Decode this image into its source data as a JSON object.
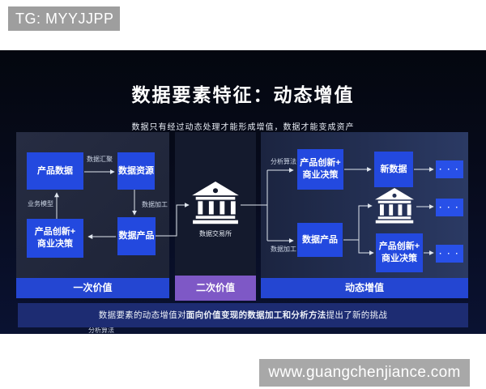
{
  "overlays": {
    "tg_banner": "TG: MYYJJPP",
    "watermark": "www.guangchenjiance.com"
  },
  "header": {
    "title": "数据要素特征：动态增值",
    "subtitle": "数据只有经过动态处理才能形成增值，数据才能变成资产"
  },
  "left_panel": {
    "box_product_data": "产品数据",
    "box_data_resource": "数据资源",
    "box_innovation_line1": "产品创新+",
    "box_innovation_line2": "商业决策",
    "box_data_product": "数据产品",
    "label_aggregation": "数据汇聚",
    "label_business_model": "业务模型",
    "label_processing": "数据加工",
    "label_analysis": "分析算法",
    "bar": "一次价值"
  },
  "middle_panel": {
    "exchange_label": "数据交易所",
    "bar": "二次价值"
  },
  "right_panel": {
    "label_analysis": "分析算法",
    "label_processing": "数据加工",
    "box_innovation_top_line1": "产品创新+",
    "box_innovation_top_line2": "商业决策",
    "box_new_data": "新数据",
    "box_data_product": "数据产品",
    "box_innovation_bottom_line1": "产品创新+",
    "box_innovation_bottom_line2": "商业决策",
    "dots": "· · ·",
    "bar": "动态增值"
  },
  "footer": {
    "challenge_prefix": "数据要素的动态增值对",
    "challenge_bold": "面向价值变现的数据加工和分析方法",
    "challenge_suffix": "提出了新的挑战"
  },
  "colors": {
    "node_blue": "#2349df",
    "bar_blue": "#2446d2",
    "bar_purple": "#7e58c6",
    "challenge_navy": "#1d2c72",
    "banner_gray": "#9e9e9e",
    "watermark_gray": "#a8a8a8",
    "connector": "#dfe5ee"
  }
}
